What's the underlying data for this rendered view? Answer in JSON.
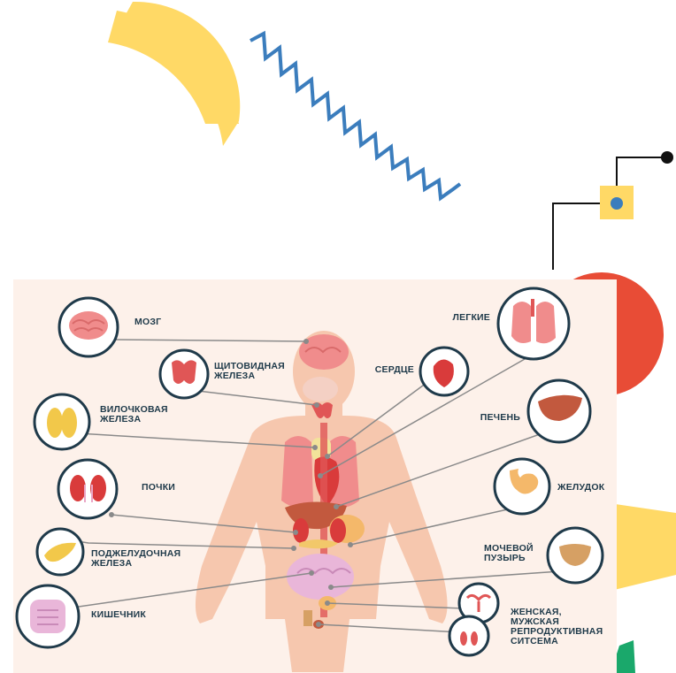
{
  "organs": {
    "brain": "МОЗГ",
    "thyroid": "ЩИТОВИДНАЯ\nЖЕЛЕЗА",
    "thymus": "ВИЛОЧКОВАЯ\nЖЕЛЕЗА",
    "kidneys": "ПОЧКИ",
    "pancreas": "ПОДЖЕЛУДОЧНАЯ\nЖЕЛЕЗА",
    "intestine": "КИШЕЧНИК",
    "lungs": "ЛЕГКИЕ",
    "heart": "СЕРДЦЕ",
    "liver": "ПЕЧЕНЬ",
    "stomach": "ЖЕЛУДОК",
    "bladder": "МОЧЕВОЙ\nПУЗЫРЬ",
    "reproductive": "ЖЕНСКАЯ,\nМУЖСКАЯ\nРЕПРОДУКТИВНАЯ\nСИТСЕМА"
  },
  "colors": {
    "panel_bg": "#fdf1ea",
    "body_skin": "#f6c7ae",
    "circle_stroke": "#1f3a4a",
    "leader_line": "#8a8a8a",
    "label_text": "#1f3a4a",
    "accent_yellow": "#ffd966",
    "accent_red": "#e84c36",
    "accent_blue": "#3b7dbd",
    "accent_green": "#1aa86b"
  }
}
